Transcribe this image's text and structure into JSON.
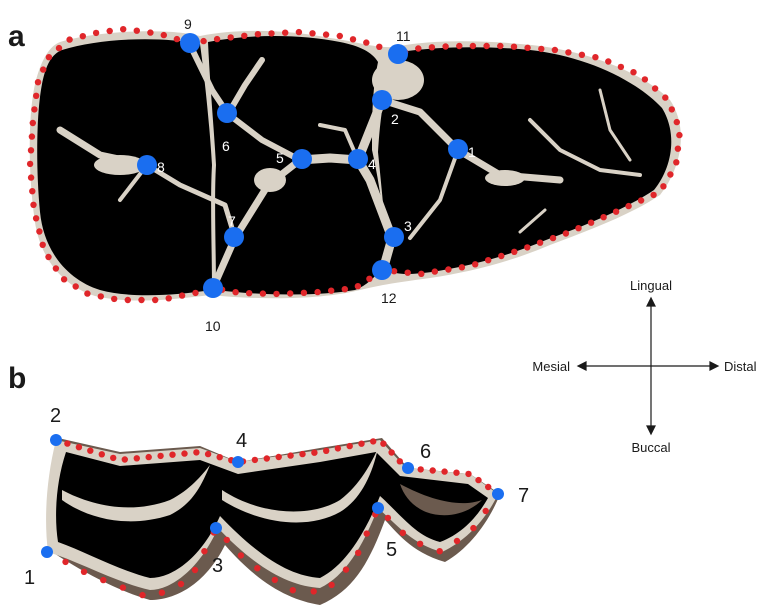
{
  "panels": {
    "a": {
      "letter": "a",
      "landmarks": [
        {
          "label": "1"
        },
        {
          "label": "2"
        },
        {
          "label": "3"
        },
        {
          "label": "4"
        },
        {
          "label": "5"
        },
        {
          "label": "6"
        },
        {
          "label": "7"
        },
        {
          "label": "8"
        },
        {
          "label": "9"
        },
        {
          "label": "10"
        },
        {
          "label": "11"
        },
        {
          "label": "12"
        }
      ]
    },
    "b": {
      "letter": "b",
      "landmarks": [
        {
          "label": "1"
        },
        {
          "label": "2"
        },
        {
          "label": "3"
        },
        {
          "label": "4"
        },
        {
          "label": "5"
        },
        {
          "label": "6"
        },
        {
          "label": "7"
        }
      ]
    }
  },
  "compass": {
    "top": "Lingual",
    "bottom": "Buccal",
    "left": "Mesial",
    "right": "Distal"
  },
  "colors": {
    "landmark": "#1a6ef0",
    "semilandmark": "#e0262a",
    "enamel": "#d9d2c6",
    "dentine": "#000000",
    "cementum": "#6b5a4e"
  }
}
